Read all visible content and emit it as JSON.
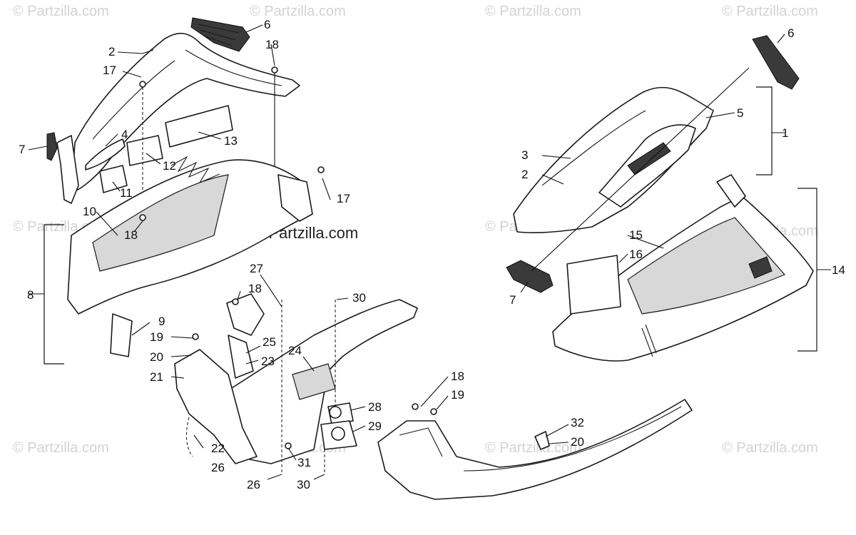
{
  "watermarks": {
    "text": "© Partzilla.com",
    "center": "© Partzilla.com"
  },
  "callouts": {
    "c1": "1",
    "c2a": "2",
    "c2b": "2",
    "c3": "3",
    "c4": "4",
    "c5": "5",
    "c6a": "6",
    "c6b": "6",
    "c7a": "7",
    "c7b": "7",
    "c8": "8",
    "c9": "9",
    "c10": "10",
    "c11": "11",
    "c12": "12",
    "c13": "13",
    "c14": "14",
    "c15": "15",
    "c16": "16",
    "c17a": "17",
    "c17b": "17",
    "c18a": "18",
    "c18b": "18",
    "c18c": "18",
    "c18d": "18",
    "c19a": "19",
    "c19b": "19",
    "c20a": "20",
    "c20b": "20",
    "c21": "21",
    "c22": "22",
    "c23": "23",
    "c24": "24",
    "c25": "25",
    "c26a": "26",
    "c26b": "26",
    "c27": "27",
    "c28": "28",
    "c29": "29",
    "c30a": "30",
    "c30b": "30",
    "c31": "31",
    "c32": "32"
  },
  "colors": {
    "line": "#1a1a1a",
    "watermark": "#d3d3d3",
    "fill": "#ffffff"
  }
}
